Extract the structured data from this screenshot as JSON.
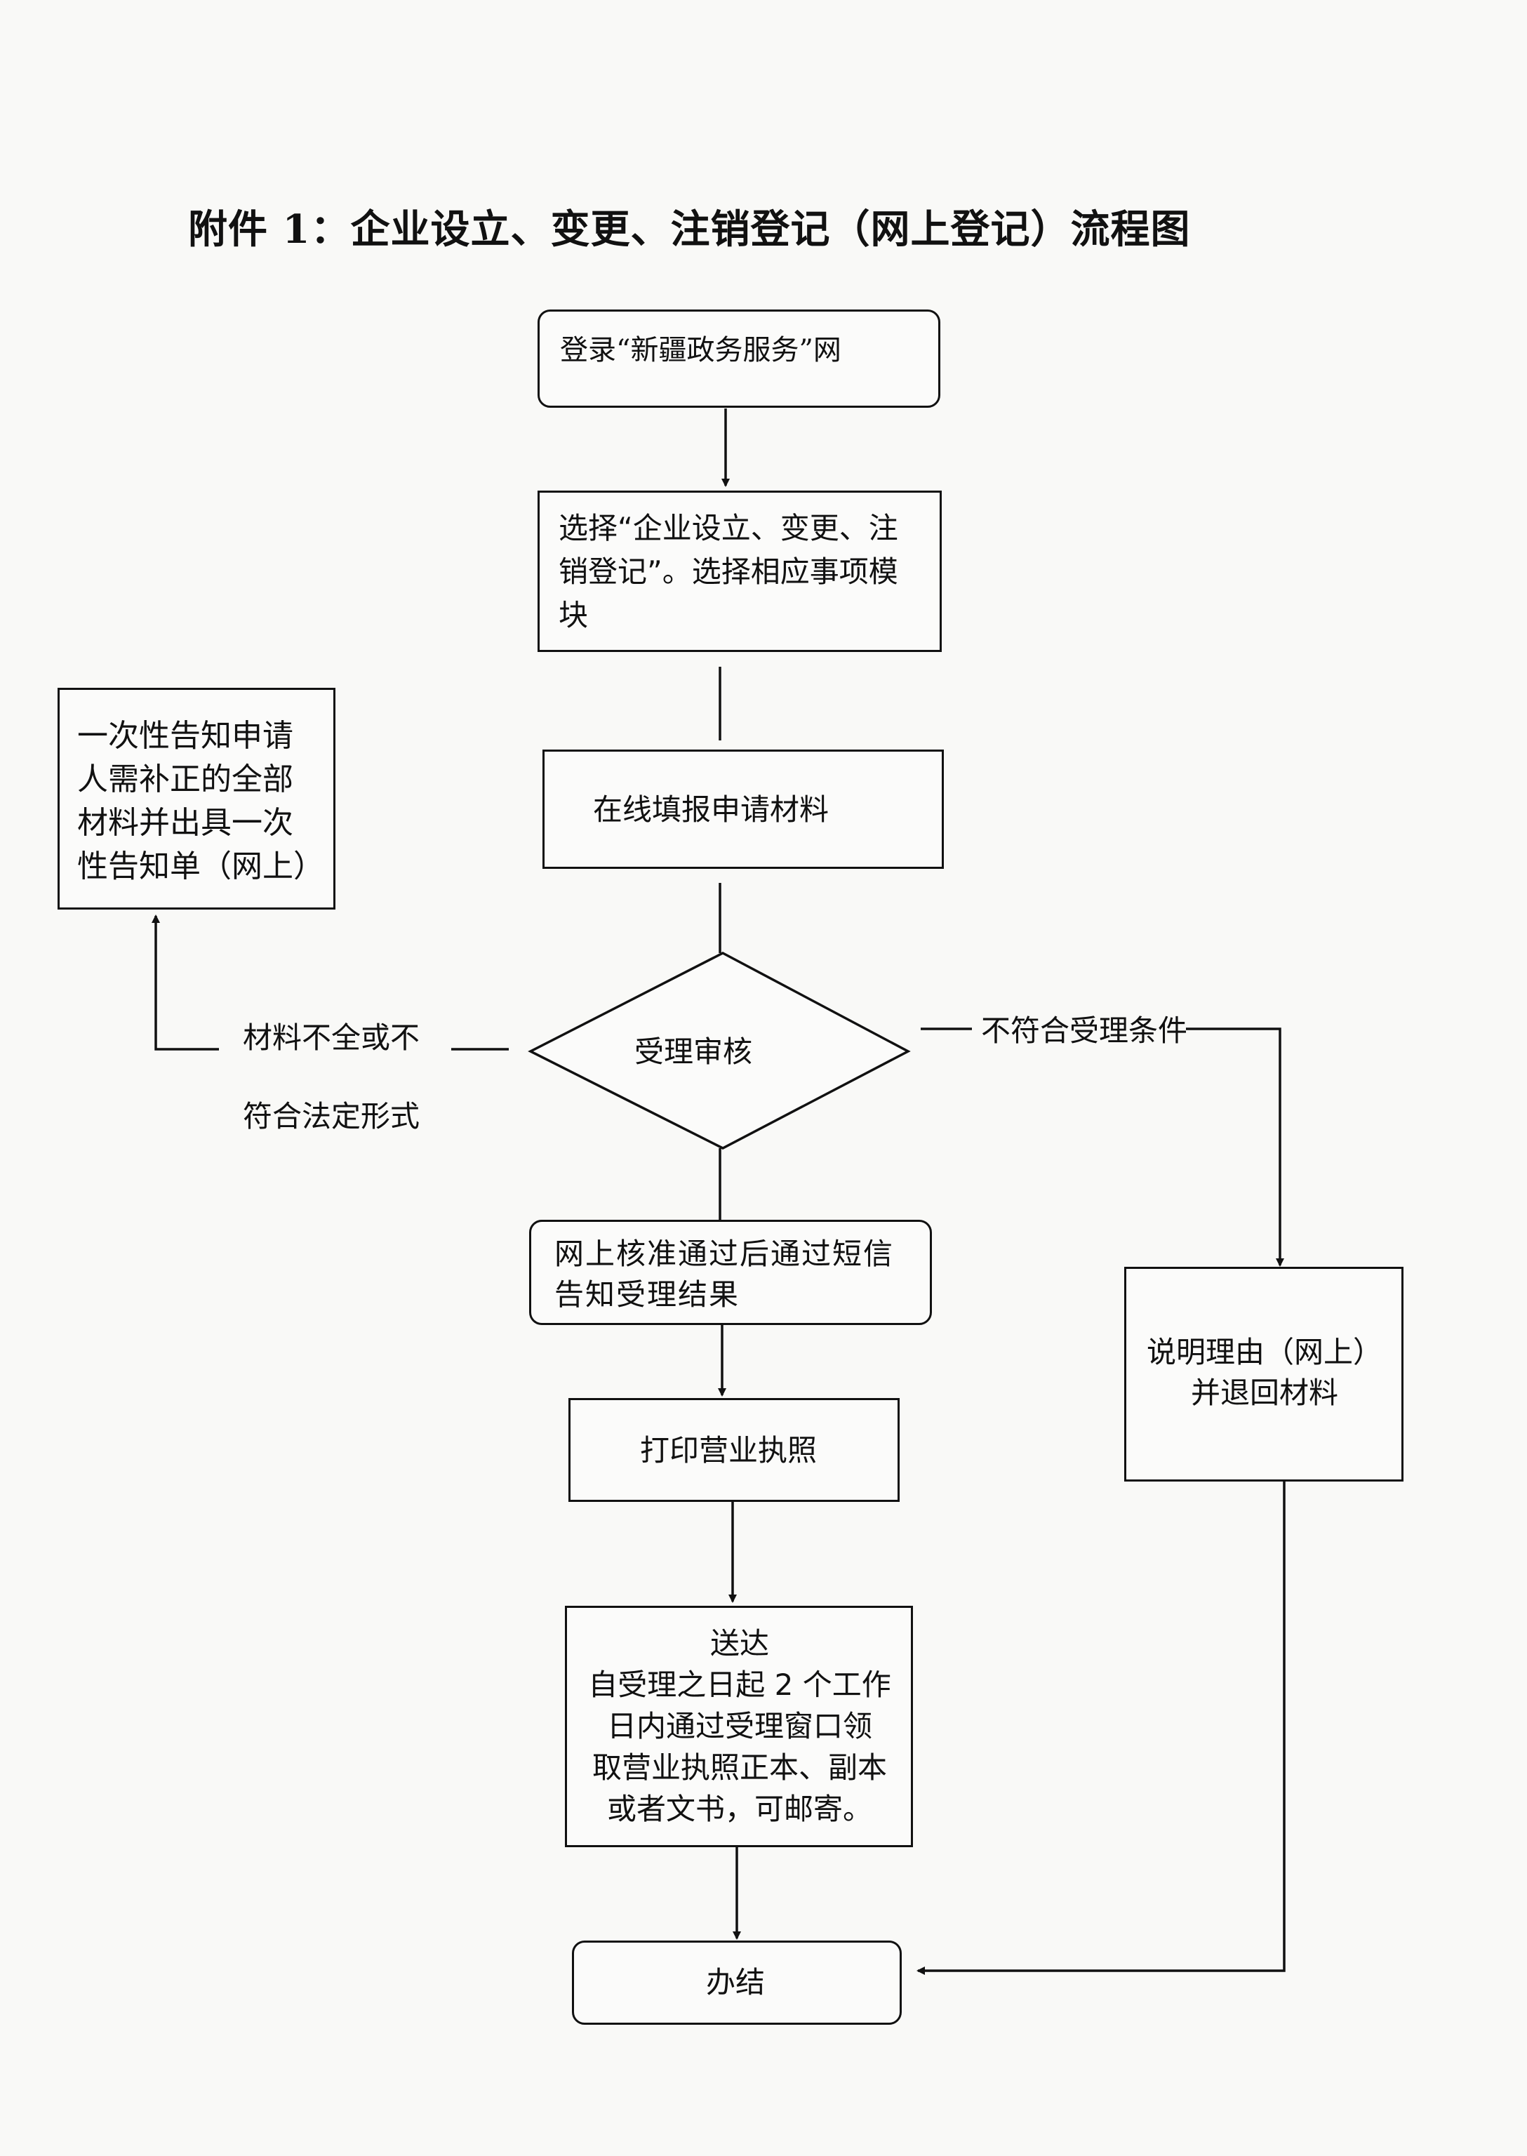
{
  "title": "附件 1：企业设立、变更、注销登记（网上登记）流程图",
  "nodes": {
    "login": "登录“新疆政务服务”网",
    "select": "选择“企业设立、变更、注\n销登记”。选择相应事项模\n块",
    "fill": "在线填报申请材料",
    "review": "受理审核",
    "notify_incomplete": "一次性告知申请\n人需补正的全部\n材料并出具一次\n性告知单（网上）",
    "approved_notice": "网上核准通过后通过短信\n告知受理结果",
    "print_license": "打印营业执照",
    "deliver": "送达\n自受理之日起 2 个工作\n日内通过受理窗口领\n取营业执照正本、副本\n或者文书，可邮寄。",
    "reject": "说明理由（网上）\n并退回材料",
    "done": "办结"
  },
  "edges": {
    "incomplete_label_line1": "材料不全或不",
    "incomplete_label_line2": "符合法定形式",
    "not_eligible_label": "不符合受理条件"
  }
}
